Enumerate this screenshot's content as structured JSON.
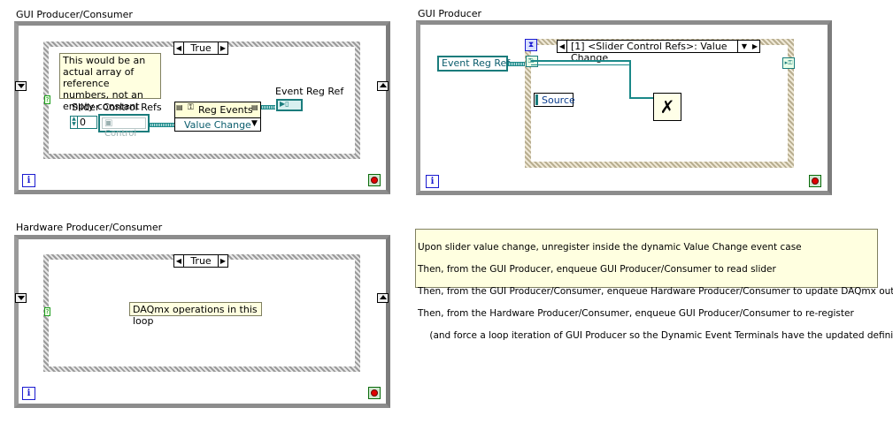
{
  "panels": {
    "gui_pc": {
      "title": "GUI Producer/Consumer",
      "case_selector": "True",
      "comment": "This would be an actual array of reference numbers, not an empty constant",
      "slider_label": "Slider Control Refs",
      "array_index": "0",
      "control_text": "Control",
      "reg_events_title": "Reg Events",
      "reg_events_value": "Value Change",
      "event_reg_ref_label": "Event Reg Ref"
    },
    "gui_producer": {
      "title": "GUI Producer",
      "event_reg_ref": "Event Reg Ref",
      "event_case": "[1] <Slider Control Refs>: Value Change",
      "source_label": "Source"
    },
    "hw_pc": {
      "title": "Hardware Producer/Consumer",
      "case_selector": "True",
      "comment": "DAQmx operations in this loop"
    }
  },
  "iteration_symbol": "i",
  "notes": [
    "Upon slider value change, unregister inside the dynamic Value Change event case",
    "Then, from the GUI Producer, enqueue GUI Producer/Consumer to read slider",
    "Then, from the GUI Producer/Consumer, enqueue Hardware Producer/Consumer to update DAQmx outputs",
    "Then, from the Hardware Producer/Consumer, enqueue GUI Producer/Consumer to re-register",
    "    (and force a loop iteration of GUI Producer so the Dynamic Event Terminals have the updated definition)"
  ],
  "colors": {
    "loop_border": "#8c8c8c",
    "refnum_wire": "#1a8888",
    "comment_bg": "#ffffe0",
    "iteration_blue": "#1a1ad0",
    "stop_red": "#e00000"
  }
}
